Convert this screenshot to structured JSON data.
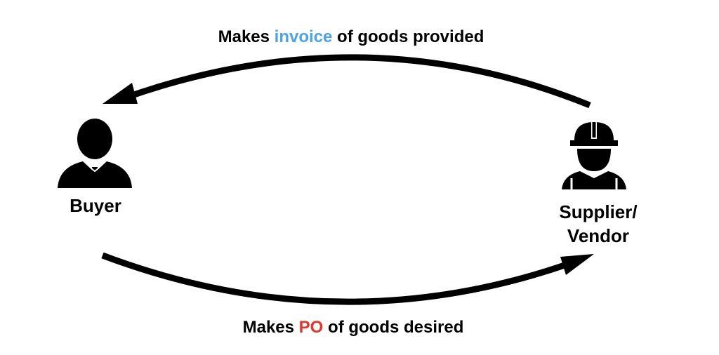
{
  "top_caption": {
    "before": "Makes ",
    "highlight": "invoice",
    "after": " of goods provided",
    "highlight_color": "#4aa3f0"
  },
  "bottom_caption": {
    "before": "Makes ",
    "highlight": "PO",
    "after": " of goods desired",
    "highlight_color": "#e8342a"
  },
  "buyer": {
    "label": "Buyer",
    "icon": "businessman-icon"
  },
  "supplier": {
    "label_line1": "Supplier/",
    "label_line2": "Vendor",
    "icon": "construction-worker-icon"
  },
  "arrows": {
    "top": "arrow-supplier-to-buyer",
    "bottom": "arrow-buyer-to-supplier",
    "color": "#000000"
  }
}
